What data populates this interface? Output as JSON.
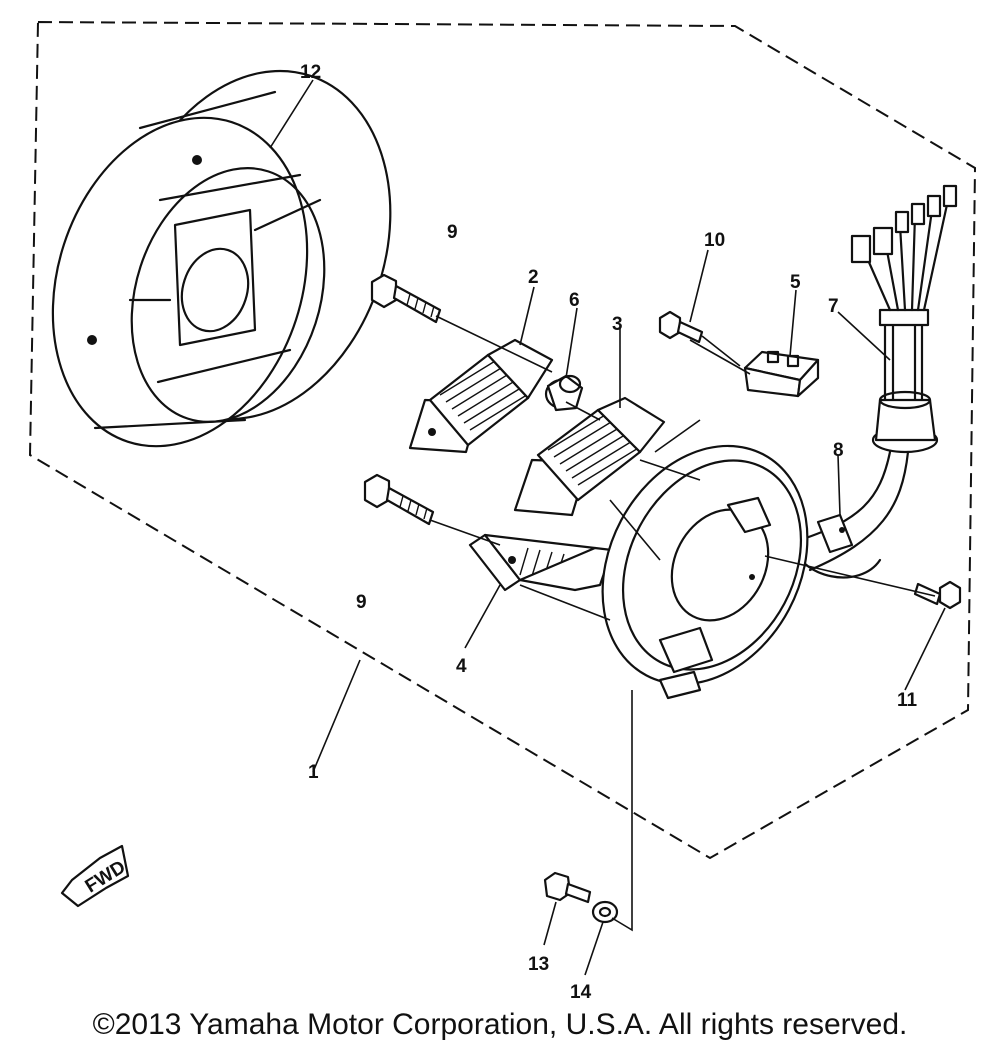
{
  "diagram": {
    "callouts": {
      "c1": "1",
      "c2": "2",
      "c3": "3",
      "c4": "4",
      "c5": "5",
      "c6": "6",
      "c7": "7",
      "c8": "8",
      "c9a": "9",
      "c9b": "9",
      "c10": "10",
      "c11": "11",
      "c12": "12",
      "c13": "13",
      "c14": "14"
    },
    "fwd_marker": "FWD"
  },
  "footer": {
    "copyright": "©2013 Yamaha Motor Corporation, U.S.A. All rights reserved."
  }
}
